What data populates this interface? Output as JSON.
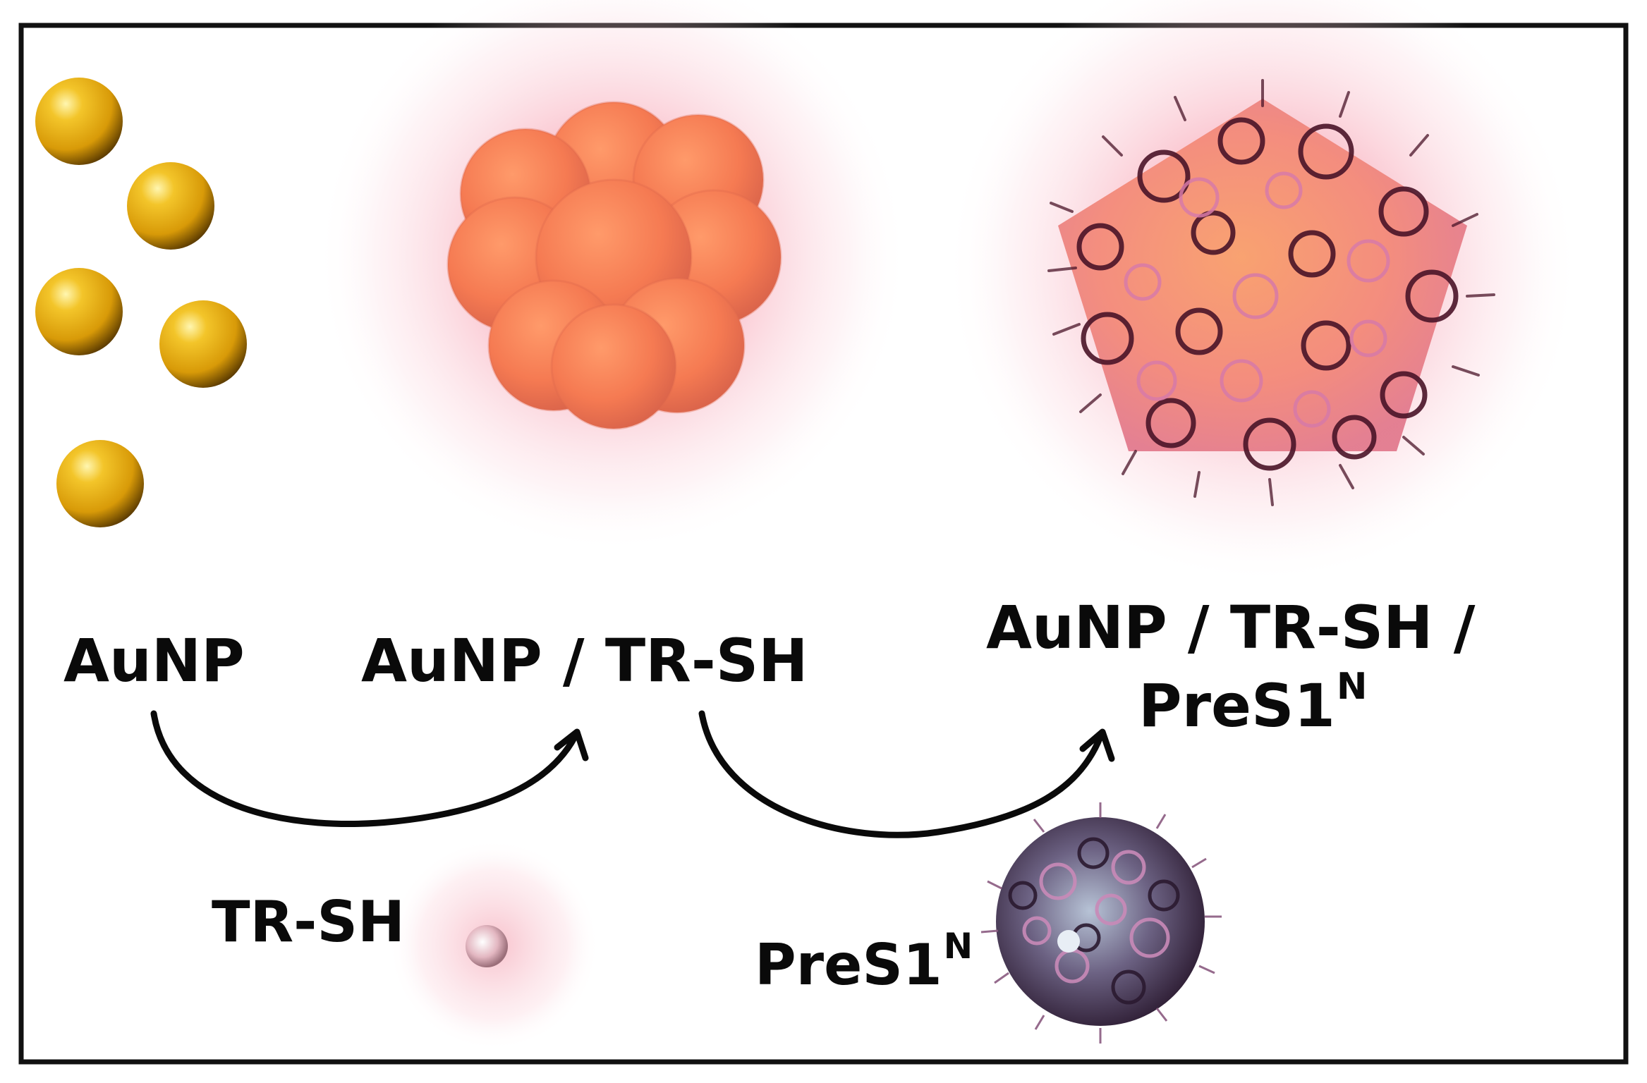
{
  "labels": {
    "aunp": "AuNP",
    "aunp_trsh": "AuNP / TR-SH",
    "final_line1": "AuNP / TR-SH /",
    "final_line2_base": "PreS1",
    "final_line2_sup": "N",
    "trsh": "TR-SH",
    "pres1_base": "PreS1",
    "pres1_sup": "N"
  },
  "colors": {
    "frame": "#111111",
    "gold": "#e8b21a",
    "gold_dark": "#6e4a00",
    "glow_pink": "#f7a3b2",
    "cluster_orange": "#f48a5a",
    "ribbon_dark": "#4a1428",
    "ribbon_pink": "#d77aa8",
    "arrow": "#0a0a0a"
  },
  "icons": [
    "gold-nanoparticle-icon",
    "nanoparticle-cluster-icon",
    "coated-cluster-icon",
    "dye-molecule-icon",
    "protein-sphere-icon",
    "curved-arrow-icon"
  ]
}
